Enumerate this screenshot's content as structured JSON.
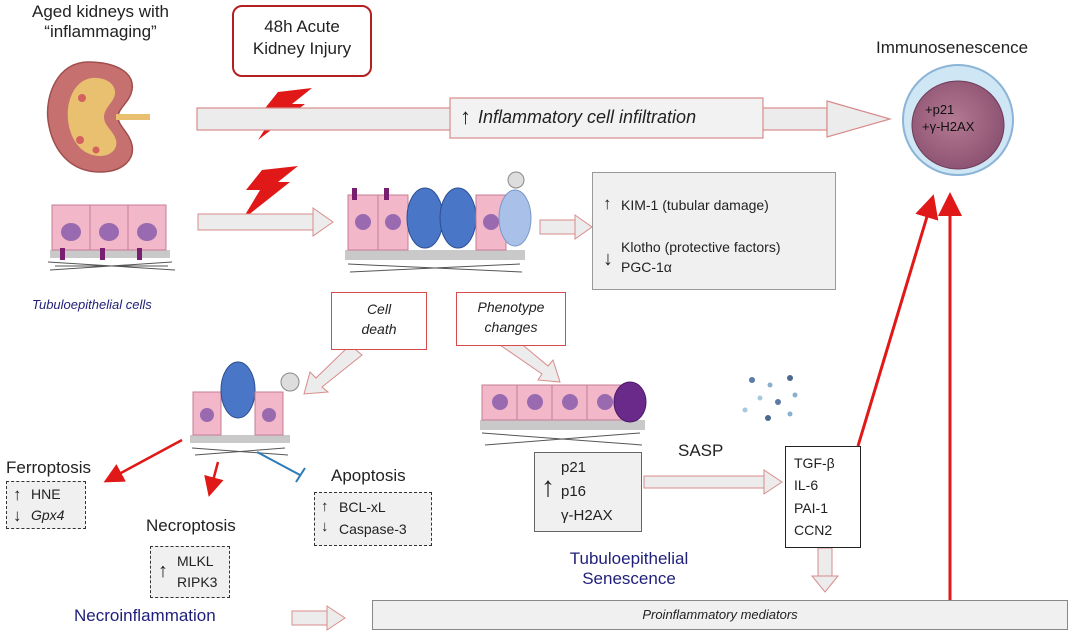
{
  "top": {
    "aged_kidneys": [
      "Aged kidneys with",
      "“inflammaging”"
    ],
    "aki": [
      "48h Acute",
      "Kidney Injury"
    ],
    "immunosenescence": "Immunosenescence",
    "infiltration": "Inflammatory cell infiltration",
    "immune_markers": [
      "+p21",
      "+γ-H2AX"
    ]
  },
  "tubular": {
    "caption": "Tubuloepithelial cells",
    "kim1": "KIM-1 (tubular damage)",
    "klotho": "Klotho (protective factors)",
    "pgc": "PGC-1α"
  },
  "branches": {
    "cell_death": [
      "Cell",
      "death"
    ],
    "phenotype": [
      "Phenotype",
      "changes"
    ]
  },
  "death": {
    "ferroptosis": "Ferroptosis",
    "ferro_markers": [
      "HNE",
      "Gpx4"
    ],
    "necroptosis": "Necroptosis",
    "necro_markers": [
      "MLKL",
      "RIPK3"
    ],
    "apoptosis": "Apoptosis",
    "apo_markers": [
      "BCL-xL",
      "Caspase-3"
    ],
    "necroinflammation": "Necroinflammation"
  },
  "senescence": {
    "markers": [
      "p21",
      "p16",
      "γ-H2AX"
    ],
    "label": [
      "Tubuloepithelial",
      "Senescence"
    ],
    "sasp": "SASP",
    "factors": [
      "TGF-β",
      "IL-6",
      "PAI-1",
      "CCN2"
    ],
    "proinflammatory": "Proinflammatory mediators"
  },
  "colors": {
    "red_arrow": "#e01818",
    "outline_red": "#d94a4a",
    "navy": "#1f1f7a",
    "blue_inhibit": "#2a7ab8",
    "block_arrow_fill": "#ececec"
  }
}
